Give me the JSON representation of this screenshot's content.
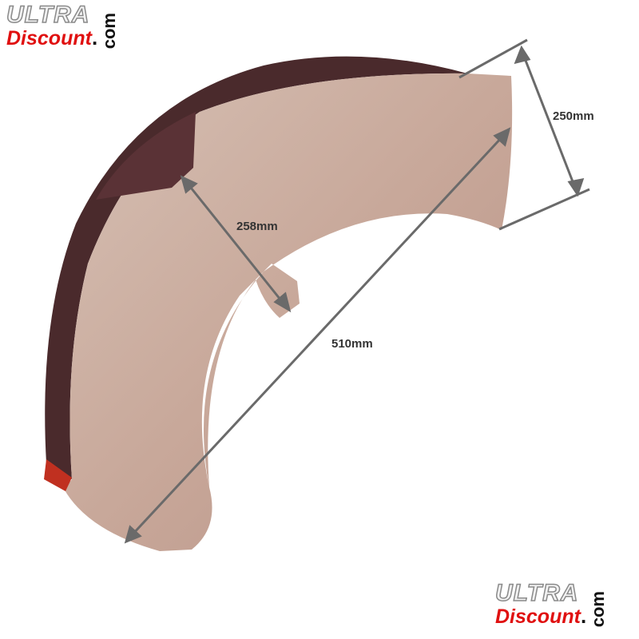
{
  "logo_top": {
    "ultra": "ULTRA",
    "discount": "Discount",
    "dot": ".",
    "com": "com"
  },
  "logo_bottom": {
    "ultra": "ULTRA",
    "discount": "Discount",
    "dot": ".",
    "com": "com"
  },
  "dimensions": {
    "width": "250mm",
    "inner": "258mm",
    "length": "510mm"
  },
  "colors": {
    "fender_dark": "#4a2a2c",
    "fender_light": "#c9ad9e",
    "dimension_line": "#6a6a6a",
    "brand_red": "#e01010"
  }
}
